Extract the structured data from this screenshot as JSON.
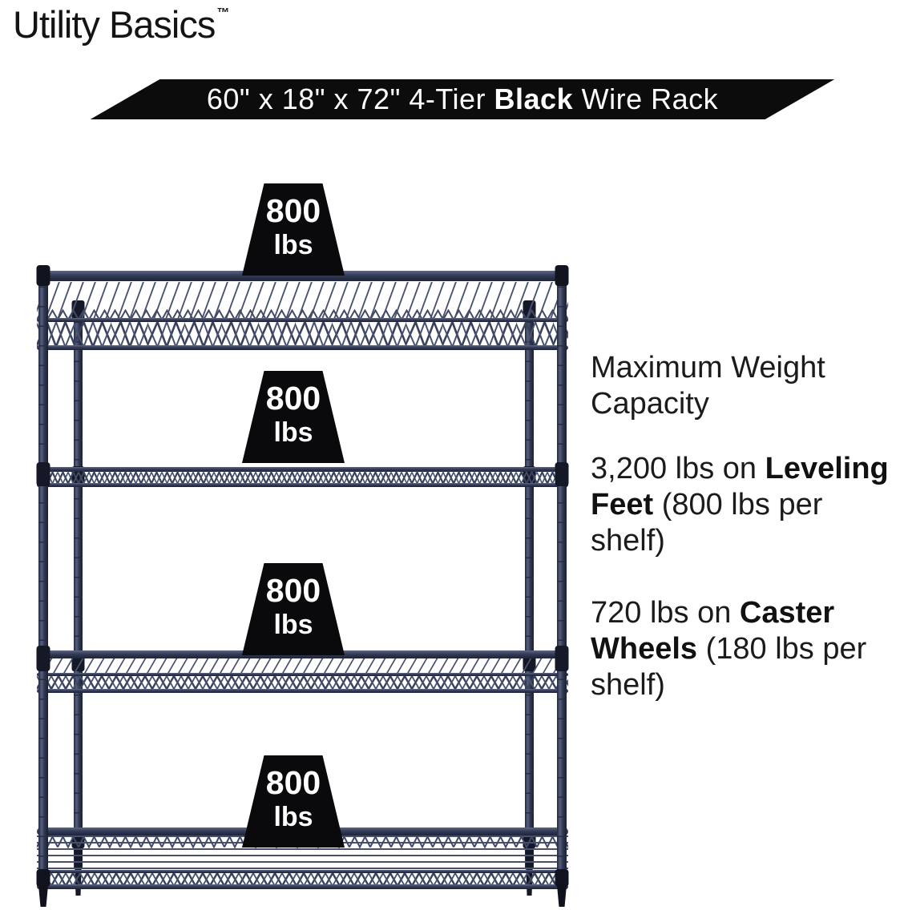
{
  "brand": {
    "name": "Utility Basics",
    "trademark": "™"
  },
  "banner": {
    "part1": "60\" x 18\" x 72\" 4-Tier ",
    "bold": "Black",
    "part2": " Wire Rack",
    "bg_color": "#0c0c0c",
    "text_color": "#ffffff"
  },
  "product": {
    "name": "4-tier black wire shelving rack",
    "wire_color": "#3a425c",
    "marker_color": "#0a0a0c",
    "capacities": [
      {
        "value": "800",
        "unit": "lbs"
      },
      {
        "value": "800",
        "unit": "lbs"
      },
      {
        "value": "800",
        "unit": "lbs"
      },
      {
        "value": "800",
        "unit": "lbs"
      }
    ]
  },
  "info": {
    "text_color": "#1b1b1b",
    "heading": {
      "line1": "Maximum Weight",
      "line2": "Capacity"
    },
    "leveling": {
      "l1_text": "3,200 lbs on ",
      "l1_bold": "Leveling",
      "l2_bold": "Feet",
      "l2_text": " (800 lbs per",
      "l3_text": "shelf)"
    },
    "caster": {
      "l1_text": "720 lbs on ",
      "l1_bold": "Caster",
      "l2_bold": "Wheels",
      "l2_text": " (180 lbs per",
      "l3_text": "shelf)"
    }
  }
}
